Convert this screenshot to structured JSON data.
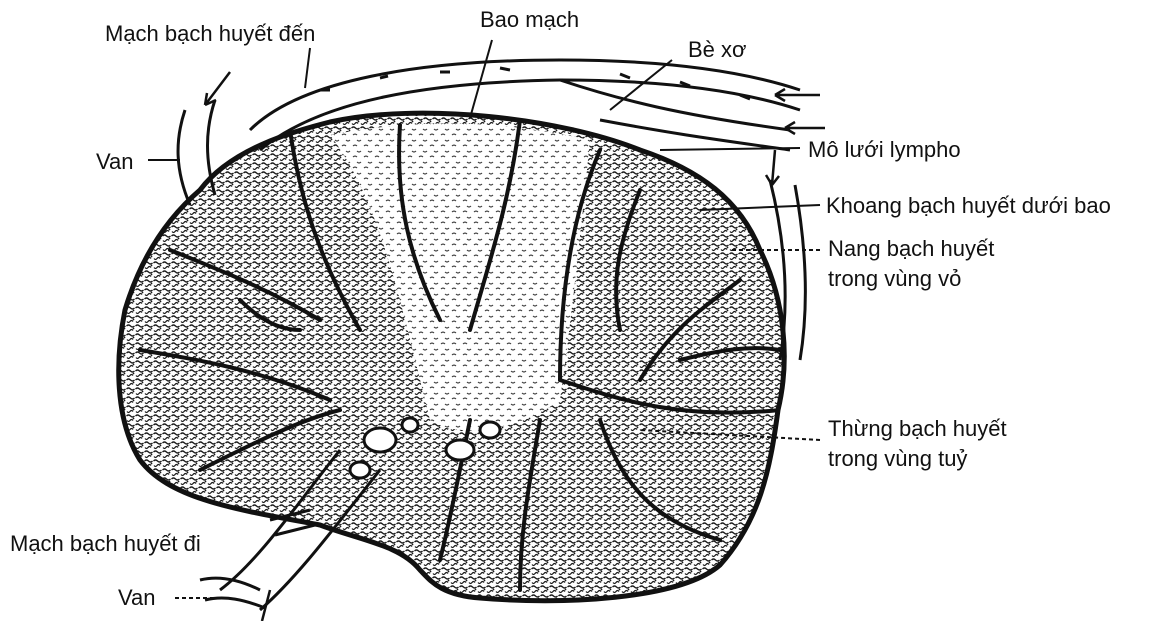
{
  "labels": {
    "afferent": "Mạch bạch huyết đến",
    "capsule": "Bao mạch",
    "trabecula": "Bè xơ",
    "reticular": "Mô lưới lympho",
    "subcapsular": "Khoang bạch huyết dưới bao",
    "cortical_nodule_1": "Nang bạch huyết",
    "cortical_nodule_2": "trong vùng vỏ",
    "medullary_sinus_1": "Thừng bạch huyết",
    "medullary_sinus_2": "trong vùng tuỷ",
    "efferent": "Mạch bạch huyết đi",
    "valve_top": "Van",
    "valve_bottom": "Van"
  },
  "colors": {
    "ink": "#111111",
    "paper": "#ffffff",
    "stipple": "#2a2a2a"
  }
}
